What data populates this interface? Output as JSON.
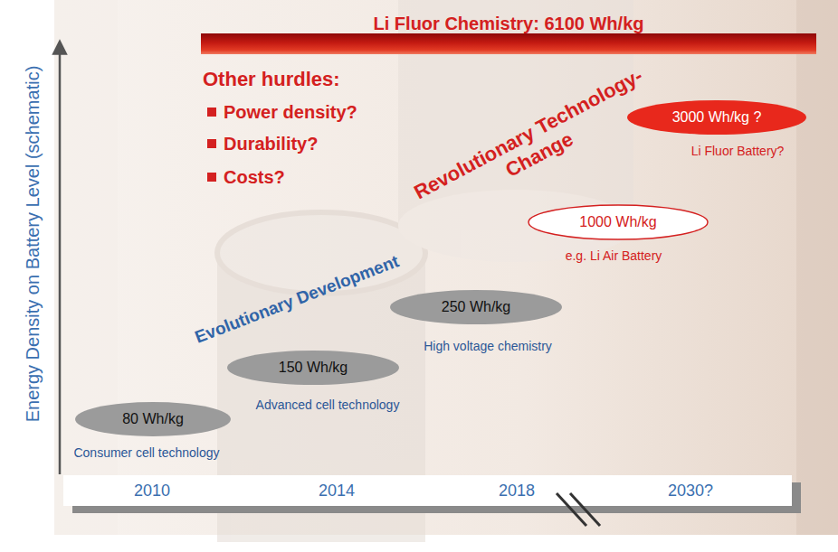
{
  "diagram": {
    "nodes": [
      {
        "text": [
          "Li Fluor Chemistry: 6100 Wh/kg"
        ]
      },
      {
        "text": [
          "3000 Wh/kg ?",
          "Li Fluor Battery?"
        ]
      },
      {
        "text": [
          "1000 Wh/kg",
          "e.g. Li Air Battery"
        ]
      },
      {
        "text": [
          "250 Wh/kg",
          "High voltage chemistry"
        ]
      },
      {
        "text": [
          "150 Wh/kg",
          "Advanced cell technology"
        ]
      },
      {
        "text": [
          "80 Wh/kg",
          "Consumer cell technology"
        ]
      },
      {
        "text": [
          "2010",
          "2014",
          "2018",
          "2030?"
        ]
      }
    ],
    "labels": [
      "Other hurdles:",
      "Power density?",
      "Durability?",
      "Costs?",
      "Revolutionary Technology- Change",
      "Evolutionary Development",
      "Energy Density on Battery Level (schematic)"
    ]
  }
}
